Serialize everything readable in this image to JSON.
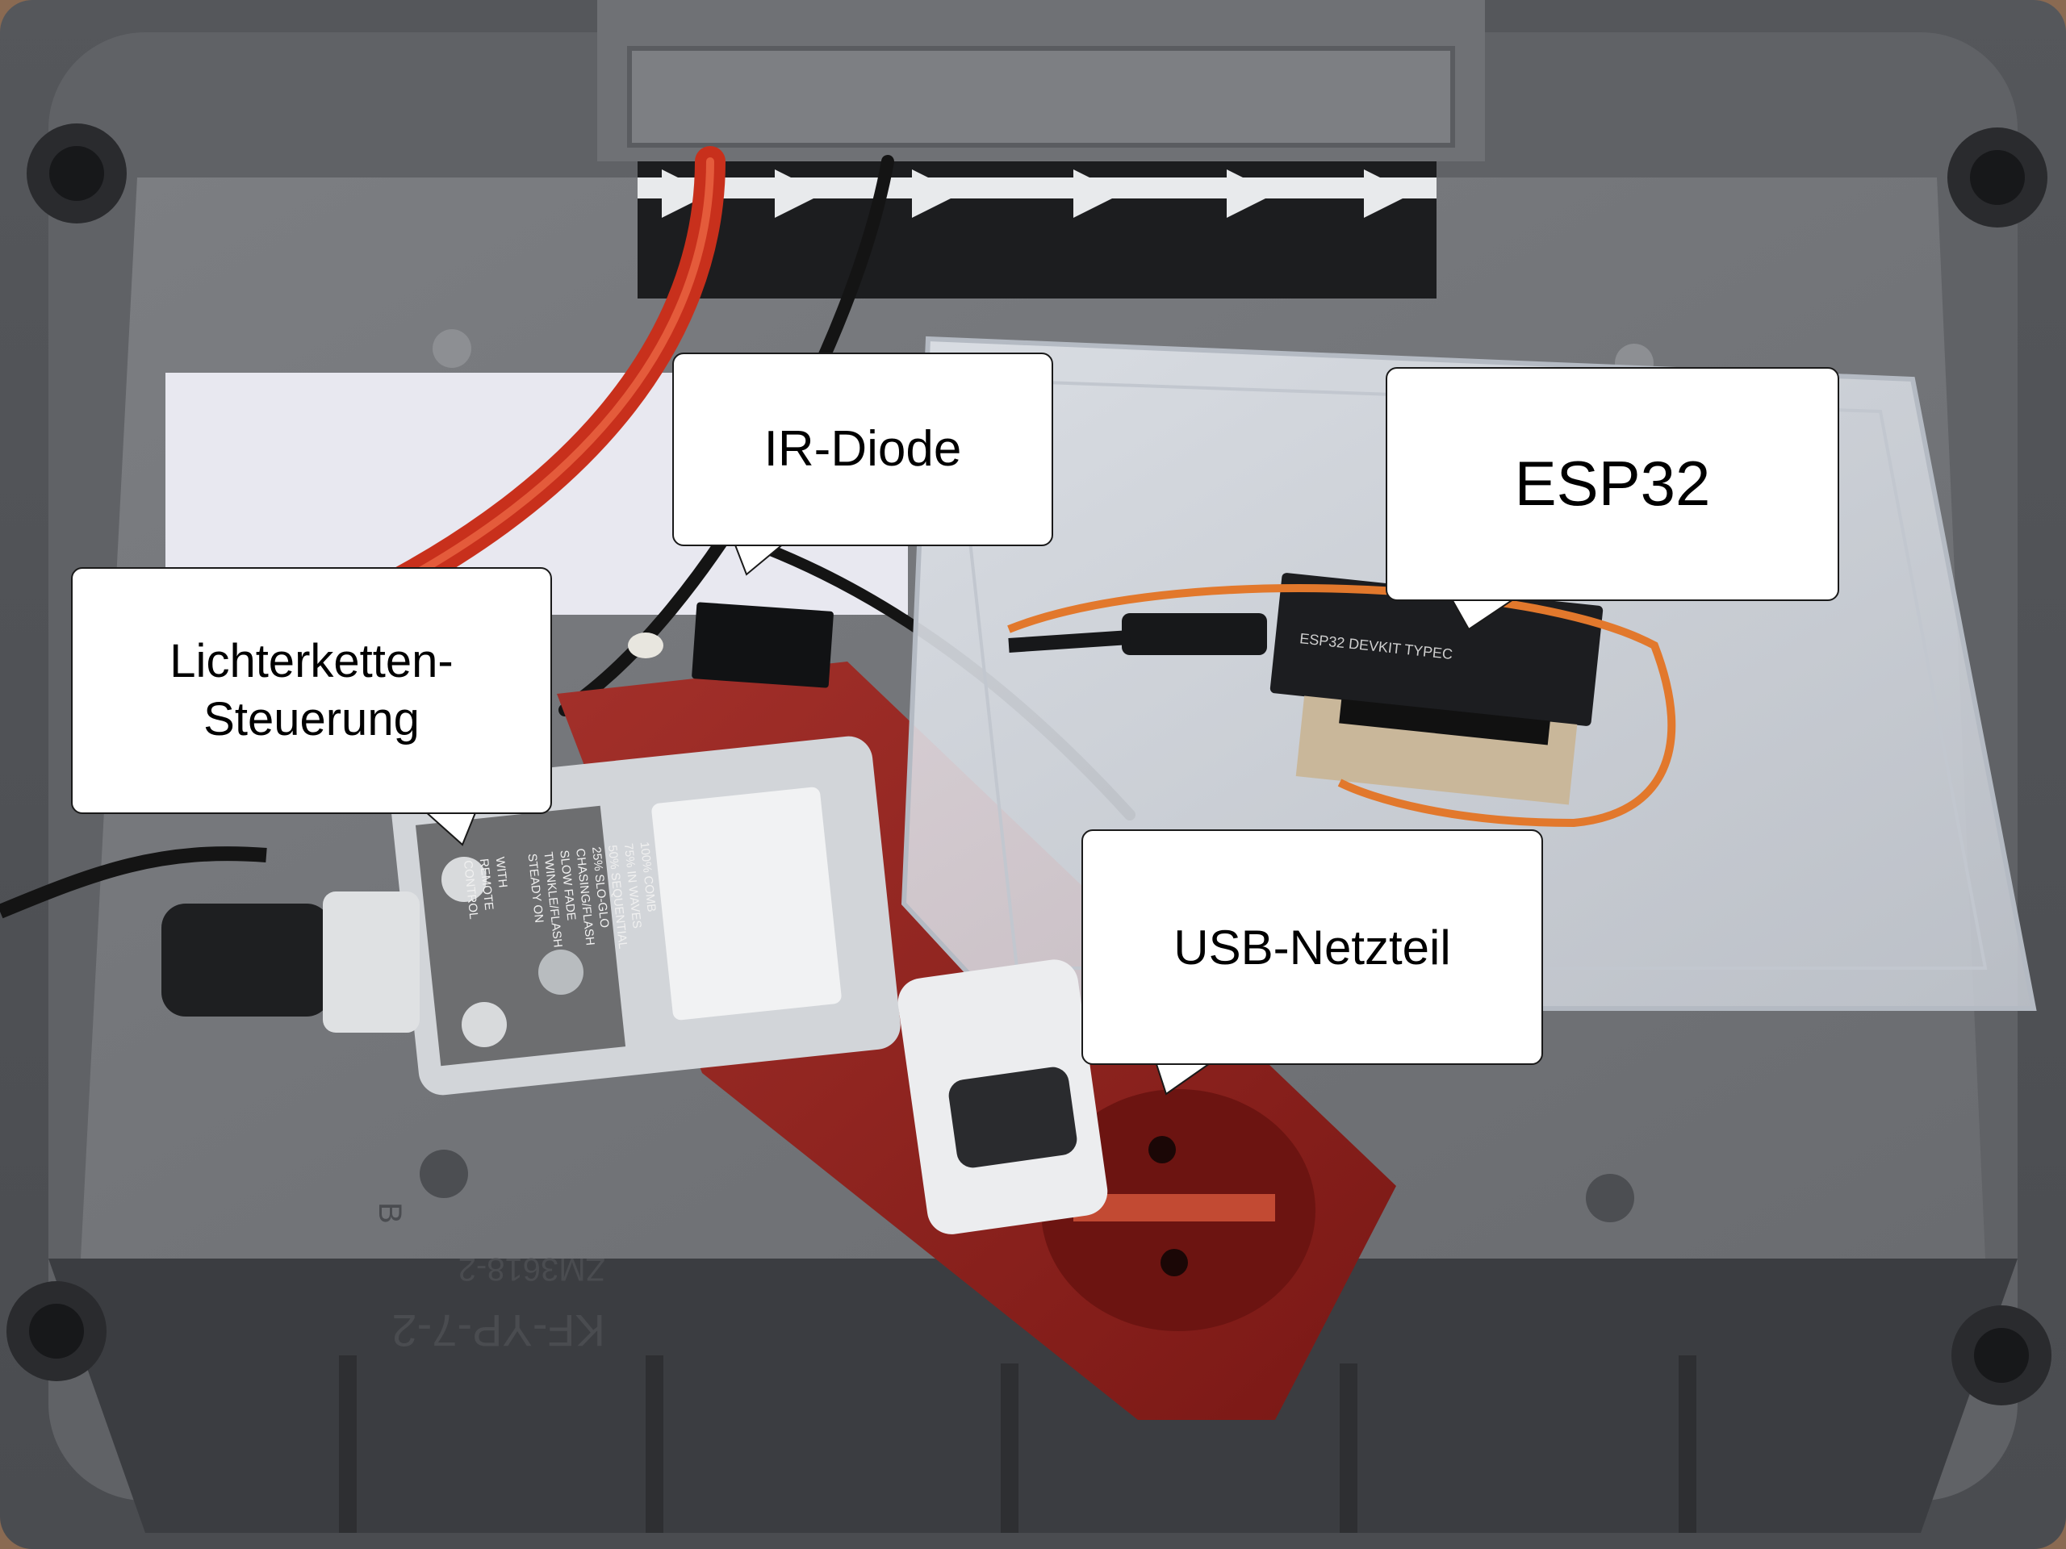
{
  "photo": {
    "subject": "Open grey plastic junction box with electronics",
    "colors": {
      "enclosure": "#5a5c60",
      "enclosure_dark": "#2f3033",
      "power_strip": "#8e1f1c",
      "container": "#d9dde3",
      "callout_bg": "#ffffff",
      "callout_border": "#1a1a1a"
    }
  },
  "callouts": {
    "ir_diode": {
      "label": "IR-Diode"
    },
    "esp32": {
      "label": "ESP32"
    },
    "light_controller": {
      "label": "Lichterketten-\nSteuerung"
    },
    "usb_power": {
      "label": "USB-Netzteil"
    }
  },
  "enclosure_marking": {
    "model": "KF-YP-7-2",
    "code": "ZM3618-2",
    "letter": "B"
  },
  "controller_label": {
    "lines": [
      "100% COMB",
      "75% IN WAVES",
      "50% SEQUENTIAL",
      "25% SLO-GLO",
      "CHASING/FLASH",
      "SLOW FADE",
      "TWINKLE/FLASH",
      "STEADY ON",
      "WITH",
      "REMOTE",
      "CONTROL"
    ]
  },
  "board_label": {
    "text": "ESP32 DEVKIT TYPEC"
  }
}
